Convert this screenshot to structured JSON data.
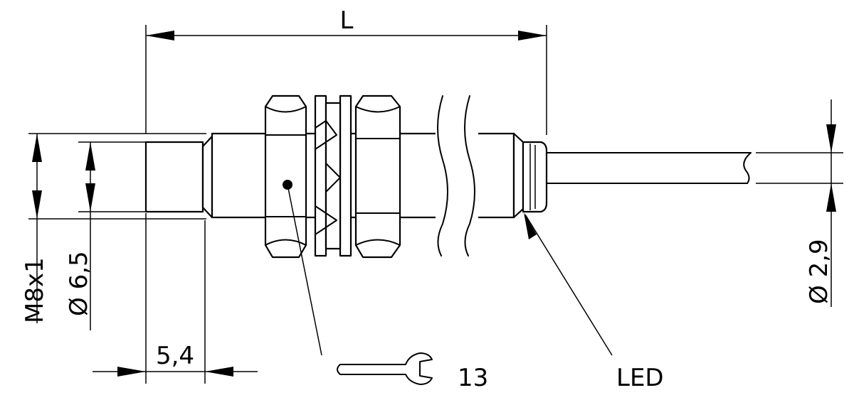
{
  "dimensions": {
    "length_label": "L",
    "thread_label": "M8x1",
    "diameter_label": "Ø 6,5",
    "cable_diameter_label": "Ø 2,9",
    "face_length_label": "5,4"
  },
  "callouts": {
    "wrench_size_label": "13",
    "led_label": "LED"
  }
}
